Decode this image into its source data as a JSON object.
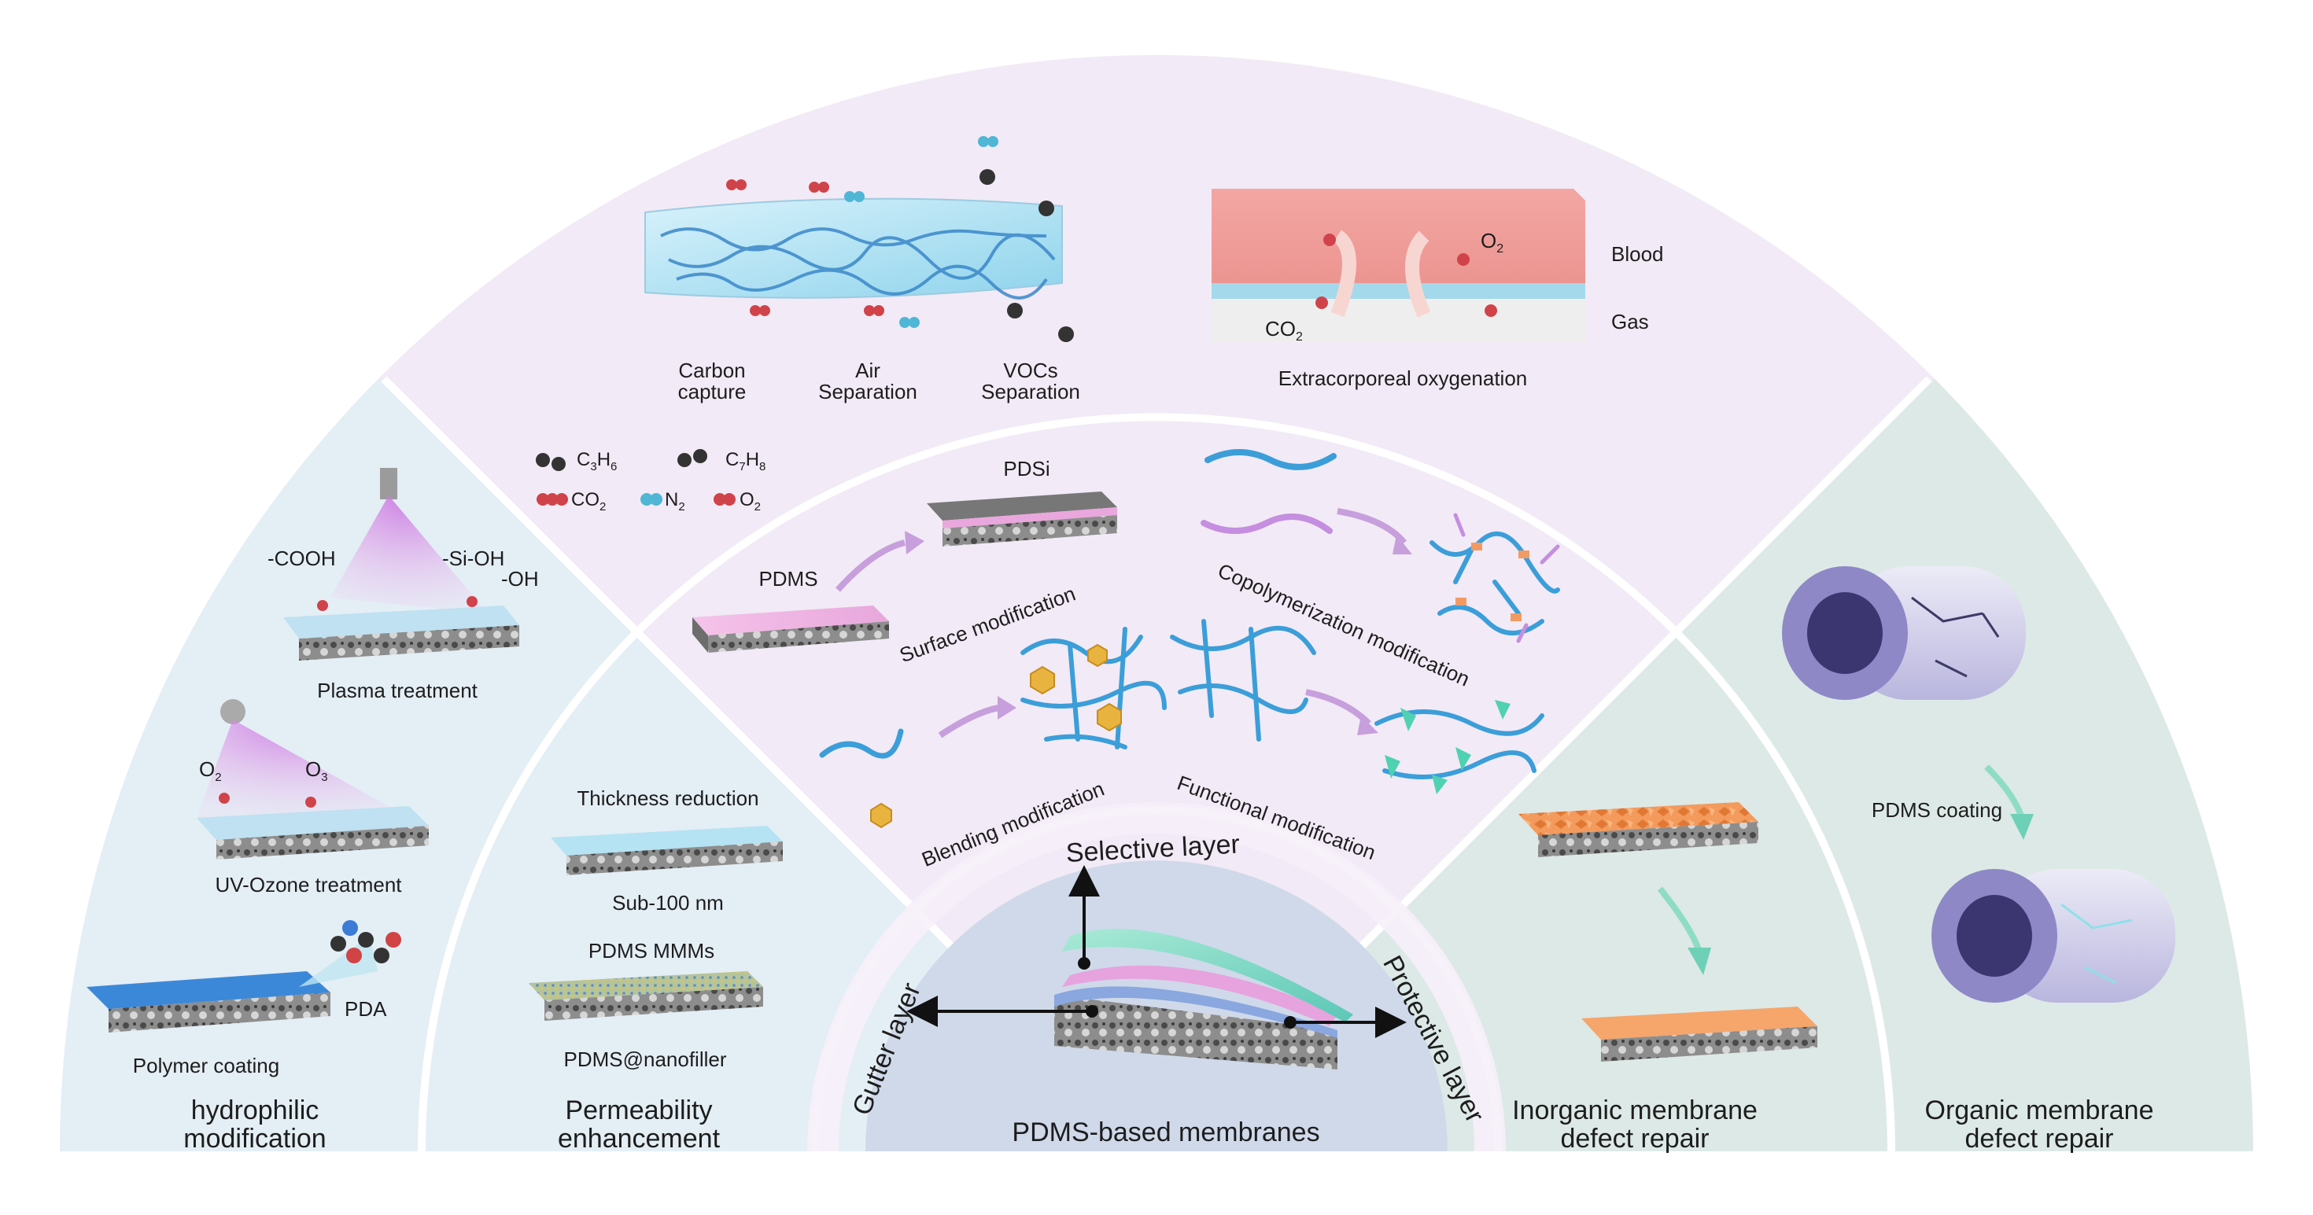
{
  "center": {
    "title": "PDMS-based membranes",
    "selective": "Selective layer",
    "gutter": "Gutter layer",
    "protective": "Protective layer"
  },
  "top": {
    "carbon": [
      "Carbon",
      "capture"
    ],
    "air": [
      "Air",
      "Separation"
    ],
    "vocs": [
      "VOCs",
      "Separation"
    ],
    "blood": "Blood",
    "gas": "Gas",
    "o2": "O",
    "o2_sub": "2",
    "co2": "CO",
    "co2_sub": "2",
    "ecmo": "Extracorporeal oxygenation"
  },
  "legend": {
    "c3h6": [
      "C",
      "3",
      "H",
      "6"
    ],
    "c7h8": [
      "C",
      "7",
      "H",
      "8"
    ],
    "co2": [
      "CO",
      "2"
    ],
    "n2": [
      "N",
      "2"
    ],
    "o2": [
      "O",
      "2"
    ]
  },
  "modification": {
    "pdsi": "PDSi",
    "pdms": "PDMS",
    "surface": "Surface modification",
    "copoly": "Copolymerization modification",
    "blending": "Blending modification",
    "functional": "Functional modification"
  },
  "hydrophilic": {
    "cooh": "-COOH",
    "sioh": "-Si-OH",
    "oh": "-OH",
    "plasma": "Plasma treatment",
    "o2": [
      "O",
      "2"
    ],
    "o3": [
      "O",
      "3"
    ],
    "uv": "UV-Ozone treatment",
    "pda": "PDA",
    "polymer": "Polymer coating",
    "title": [
      "hydrophilic",
      "modification"
    ]
  },
  "permeability": {
    "thickness": "Thickness reduction",
    "sub100": "Sub-100 nm",
    "mmms": "PDMS MMMs",
    "nanofiller": "PDMS@nanofiller",
    "title": [
      "Permeability",
      "enhancement"
    ]
  },
  "inorganic": {
    "title": [
      "Inorganic membrane",
      "defect repair"
    ]
  },
  "organic": {
    "coating": "PDMS coating",
    "title": [
      "Organic membrane",
      "defect repair"
    ]
  },
  "colors": {
    "purple_bg": "#f2eaf6",
    "blue_bg": "#e4eef5",
    "green_bg": "#dde9e6",
    "center_bg": "#cfd9ea",
    "arrow_purple": "#c79fdc",
    "arrow_teal": "#6ed0b6",
    "co2_red": "#d0434a",
    "n2_blue": "#4fb6d6"
  }
}
